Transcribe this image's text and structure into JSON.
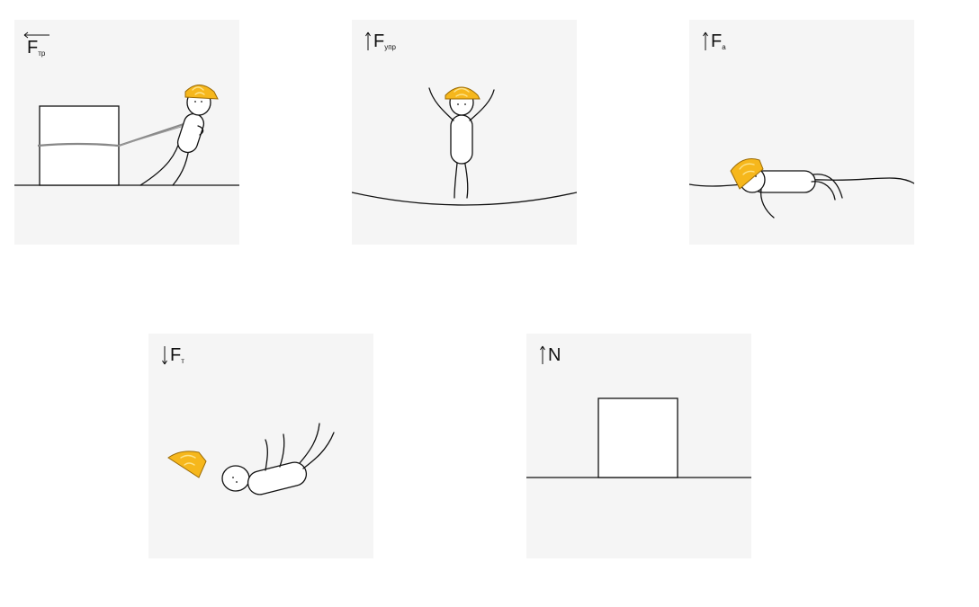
{
  "panels": [
    {
      "id": "friction",
      "symbol": "F",
      "subscript": "тр",
      "arrow": "left"
    },
    {
      "id": "elastic",
      "symbol": "F",
      "subscript": "упр",
      "arrow": "up"
    },
    {
      "id": "buoyancy",
      "symbol": "F",
      "subscript": "а",
      "arrow": "up"
    },
    {
      "id": "gravity",
      "symbol": "F",
      "subscript": "т",
      "arrow": "down"
    },
    {
      "id": "normal",
      "symbol": "N",
      "subscript": "",
      "arrow": "up"
    }
  ],
  "colors": {
    "card_background": "#f5f5f5",
    "helmet": "#f6b71c",
    "ink": "#111111",
    "rope": "#888888"
  }
}
